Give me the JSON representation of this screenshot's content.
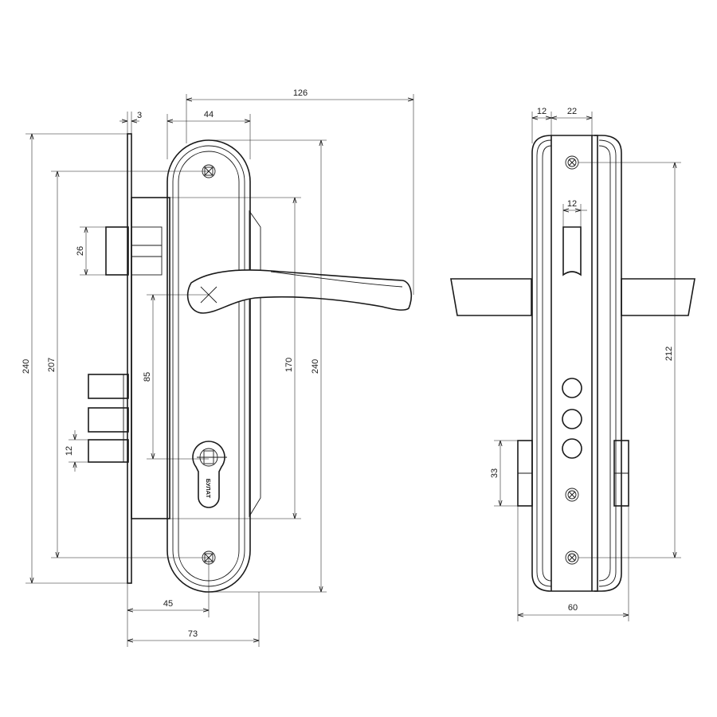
{
  "front_view": {
    "dimensions": {
      "plate_thickness": "3",
      "plate_width": "44",
      "handle_length": "126",
      "total_height_left": "240",
      "screw_spacing_left": "207",
      "latch_height": "26",
      "center_distance": "85",
      "bolt_height": "12",
      "inner_height": "170",
      "plate_height": "240",
      "backset": "45",
      "case_depth": "73"
    },
    "cylinder_brand": "БУЛАТ"
  },
  "side_view": {
    "dimensions": {
      "plate_thickness": "12",
      "body_width": "22",
      "slot_width": "12",
      "screw_spacing": "212",
      "bolt_height": "33",
      "total_width": "60"
    }
  }
}
